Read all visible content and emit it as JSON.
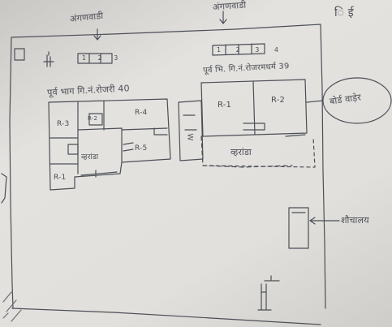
{
  "sketch": {
    "ink_color": "#4b4f57",
    "paper_color": "#e2e0dc",
    "top_left_label": "अंगणवाडी",
    "top_right_label": "अंगणवाडी",
    "top_right_corner_mark": "ि ई",
    "left_building": {
      "box_numbers": "1 2 3",
      "title": "पूर्व भाग गि.नं.रोजरी 40",
      "rooms": [
        "R-3",
        "R-4",
        "R-2",
        "R-5",
        "R-1"
      ],
      "verandah": "व्हरांडा"
    },
    "right_building": {
      "box_numbers": "1 2 3 4",
      "title": "पूर्व भि. गि.नं.रोजरमधर्म 39",
      "rooms": [
        "R-1",
        "R-2"
      ],
      "verandah": "व्हरांडा",
      "side_room_mark": "W"
    },
    "oval_label": "बोर्ड वाड़ेर",
    "right_side_label": "शौचालय"
  }
}
